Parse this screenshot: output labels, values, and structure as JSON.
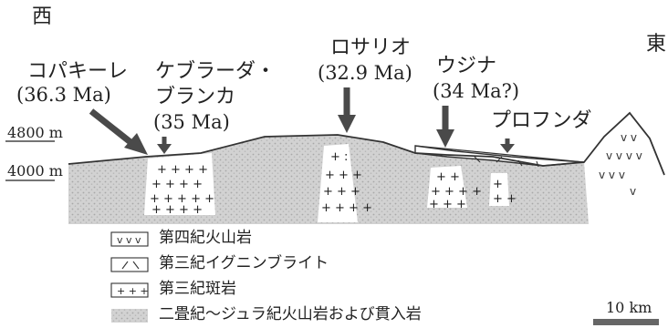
{
  "directions": {
    "west": "西",
    "east": "東"
  },
  "elevations": {
    "upper": "4800 m",
    "lower": "4000 m"
  },
  "sites": [
    {
      "name": "コパキーレ",
      "age": "(36.3 Ma)"
    },
    {
      "name": "ケブラーダ・ブランカ",
      "name_line1": "ケブラーダ・",
      "name_line2": "ブランカ",
      "age": "(35 Ma)"
    },
    {
      "name": "ロサリオ",
      "age": "(32.9 Ma)"
    },
    {
      "name": "ウジナ",
      "age": "(34 Ma?)"
    },
    {
      "name": "プロフンダ",
      "age": ""
    }
  ],
  "legend": [
    {
      "pattern": "v-pattern",
      "label": "第四紀火山岩"
    },
    {
      "pattern": "slash-pattern",
      "label": "第三紀イグニンブライト"
    },
    {
      "pattern": "plus-pattern",
      "label": "第三紀斑岩"
    },
    {
      "pattern": "stipple-pattern",
      "label": "二畳紀～ジュラ紀火山岩および貫入岩"
    }
  ],
  "scale_bar": {
    "label": "10 km"
  },
  "colors": {
    "stipple": "#c9c9c9",
    "line": "#333333",
    "arrow": "#4a4a4a"
  }
}
